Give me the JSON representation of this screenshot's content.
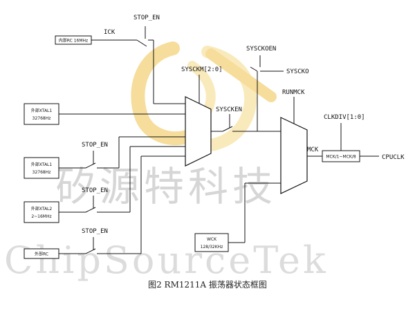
{
  "watermark": {
    "logo_colors": [
      "#f3d27a",
      "#f7e3a6"
    ],
    "text_cn": "矽源特科技",
    "text_en": "ChipSourceTek"
  },
  "labels": {
    "stop_en_top": "STOP_EN",
    "ick": "ICK",
    "sysckoen": "SYSCKOEN",
    "sysko": "SYSCKO",
    "sysckm": "SYSCKM[2:0]",
    "runmck": "RUNMCK",
    "sysken": "SYSCKEN",
    "clkdiv": "CLKDIV[1:0]",
    "mck": "MCK",
    "cpuclk": "CPUCLK",
    "stop_en_1": "STOP_EN",
    "stop_en_2": "STOP_EN",
    "stop_en_3": "STOP_EN"
  },
  "boxes": {
    "internal_rc_16m": "内部RC 16MHz",
    "ext_xtal1_a_line1": "外部XTAL1",
    "ext_xtal1_a_line2": "32768Hz",
    "ext_xtal1_b_line1": "外部XTAL1",
    "ext_xtal1_b_line2": "32768Hz",
    "ext_xtal2_line1": "外部XTAL2",
    "ext_xtal2_line2": "2~16MHz",
    "ext_rc": "外部RC",
    "wck_line1": "WCK",
    "wck_line2": "128/32KHz",
    "divider": "MCK/1~MCK/8"
  },
  "caption": "图2 RM1211A 振荡器状态框图"
}
